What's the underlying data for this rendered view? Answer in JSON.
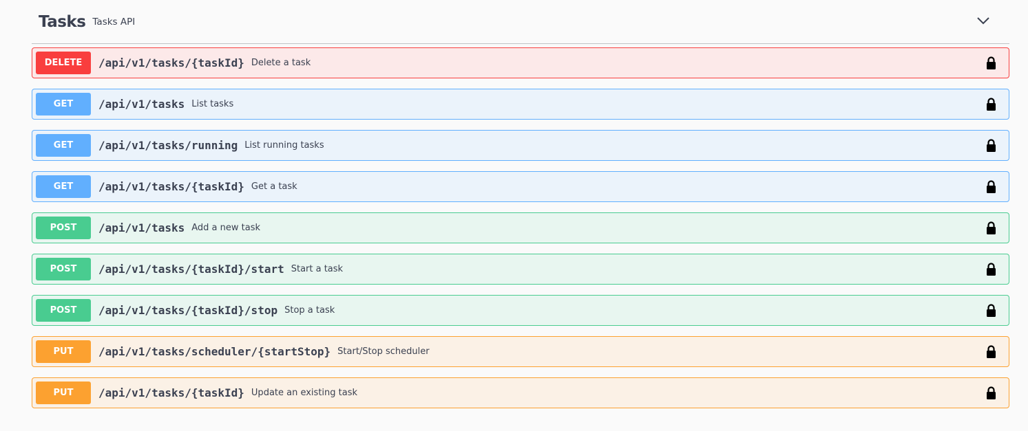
{
  "section": {
    "title": "Tasks",
    "description": "Tasks API",
    "toggle_icon": "chevron-down-icon"
  },
  "colors": {
    "delete": "#f93e3e",
    "get": "#61affe",
    "post": "#49cc90",
    "put": "#fca130"
  },
  "operations": [
    {
      "method": "DELETE",
      "path": "/api/v1/tasks/{taskId}",
      "summary": "Delete a task",
      "icon": "lock-icon"
    },
    {
      "method": "GET",
      "path": "/api/v1/tasks",
      "summary": "List tasks",
      "icon": "lock-icon"
    },
    {
      "method": "GET",
      "path": "/api/v1/tasks/running",
      "summary": "List running tasks",
      "icon": "lock-icon"
    },
    {
      "method": "GET",
      "path": "/api/v1/tasks/{taskId}",
      "summary": "Get a task",
      "icon": "lock-icon"
    },
    {
      "method": "POST",
      "path": "/api/v1/tasks",
      "summary": "Add a new task",
      "icon": "lock-icon"
    },
    {
      "method": "POST",
      "path": "/api/v1/tasks/{taskId}/start",
      "summary": "Start a task",
      "icon": "lock-icon"
    },
    {
      "method": "POST",
      "path": "/api/v1/tasks/{taskId}/stop",
      "summary": "Stop a task",
      "icon": "lock-icon"
    },
    {
      "method": "PUT",
      "path": "/api/v1/tasks/scheduler/{startStop}",
      "summary": "Start/Stop scheduler",
      "icon": "lock-icon"
    },
    {
      "method": "PUT",
      "path": "/api/v1/tasks/{taskId}",
      "summary": "Update an existing task",
      "icon": "lock-icon"
    }
  ]
}
